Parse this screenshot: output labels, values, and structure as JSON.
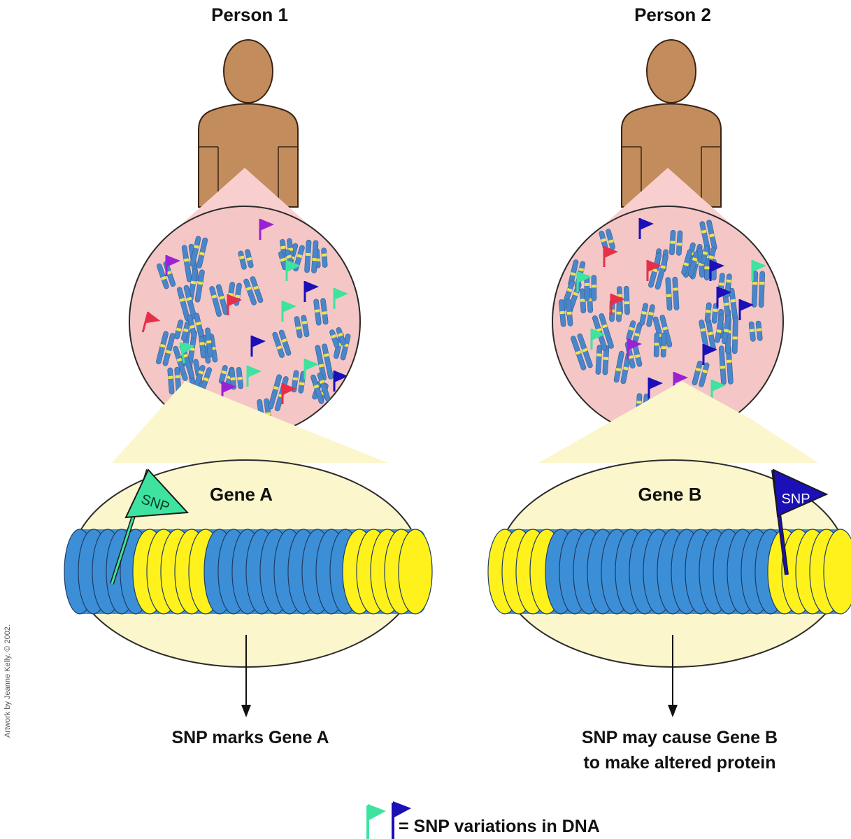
{
  "persons": [
    {
      "title": "Person 1",
      "gene_label": "Gene A",
      "flag_text": "SNP",
      "outcome_lines": [
        "SNP marks Gene A"
      ]
    },
    {
      "title": "Person 2",
      "gene_label": "Gene B",
      "flag_text": "SNP",
      "outcome_lines": [
        "SNP may cause Gene B",
        "to make altered protein"
      ]
    }
  ],
  "legend": {
    "text": "= SNP variations in DNA"
  },
  "credit": "Artwork by Jeanne Kelly. © 2002.",
  "colors": {
    "skin": "#c28c5c",
    "skin_outline": "#3a2414",
    "nucleus": "#f4c6c6",
    "zoom_cone": "#f9cece",
    "gene_zoom": "#fbf6cc",
    "dna_blue": "#3c8fd6",
    "dna_yellow": "#fff21c",
    "snp_green": "#3ee3a0",
    "snp_blue": "#1b0fb8",
    "snp_red": "#e63049",
    "snp_purple": "#9b22d4"
  }
}
